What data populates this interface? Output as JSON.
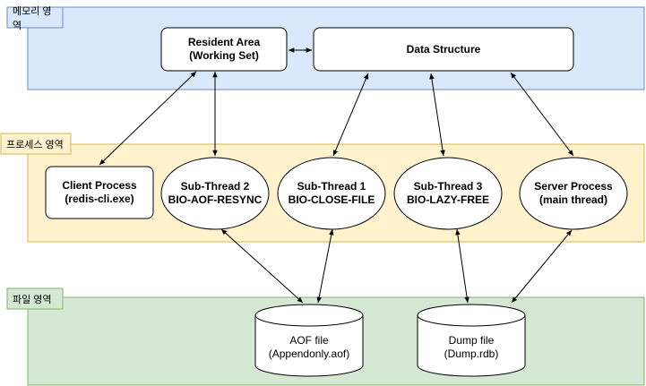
{
  "colors": {
    "memory_fill": "#dae8fc",
    "memory_stroke": "#6c8ebf",
    "process_fill": "#fff2cc",
    "process_stroke": "#d6b656",
    "file_fill": "#d5e8d4",
    "file_stroke": "#82b366",
    "node_fill": "#ffffff",
    "node_stroke": "#000000"
  },
  "regions": {
    "memory": {
      "label": "메모리 영역"
    },
    "process": {
      "label": "프로세스 영역"
    },
    "file": {
      "label": "파일 영역"
    }
  },
  "nodes": {
    "resident_area": {
      "line1": "Resident Area",
      "line2": "(Working Set)"
    },
    "data_structure": {
      "line1": "Data Structure"
    },
    "client_process": {
      "line1": "Client Process",
      "line2": "(redis-cli.exe)"
    },
    "sub_thread_2": {
      "line1": "Sub-Thread 2",
      "line2": "BIO-AOF-RESYNC"
    },
    "sub_thread_1": {
      "line1": "Sub-Thread 1",
      "line2": "BIO-CLOSE-FILE"
    },
    "sub_thread_3": {
      "line1": "Sub-Thread 3",
      "line2": "BIO-LAZY-FREE"
    },
    "server_process": {
      "line1": "Server Process",
      "line2": "(main thread)"
    },
    "aof_file": {
      "line1": "AOF file",
      "line2": "(Appendonly.aof)"
    },
    "dump_file": {
      "line1": "Dump file",
      "line2": "(Dump.rdb)"
    }
  }
}
